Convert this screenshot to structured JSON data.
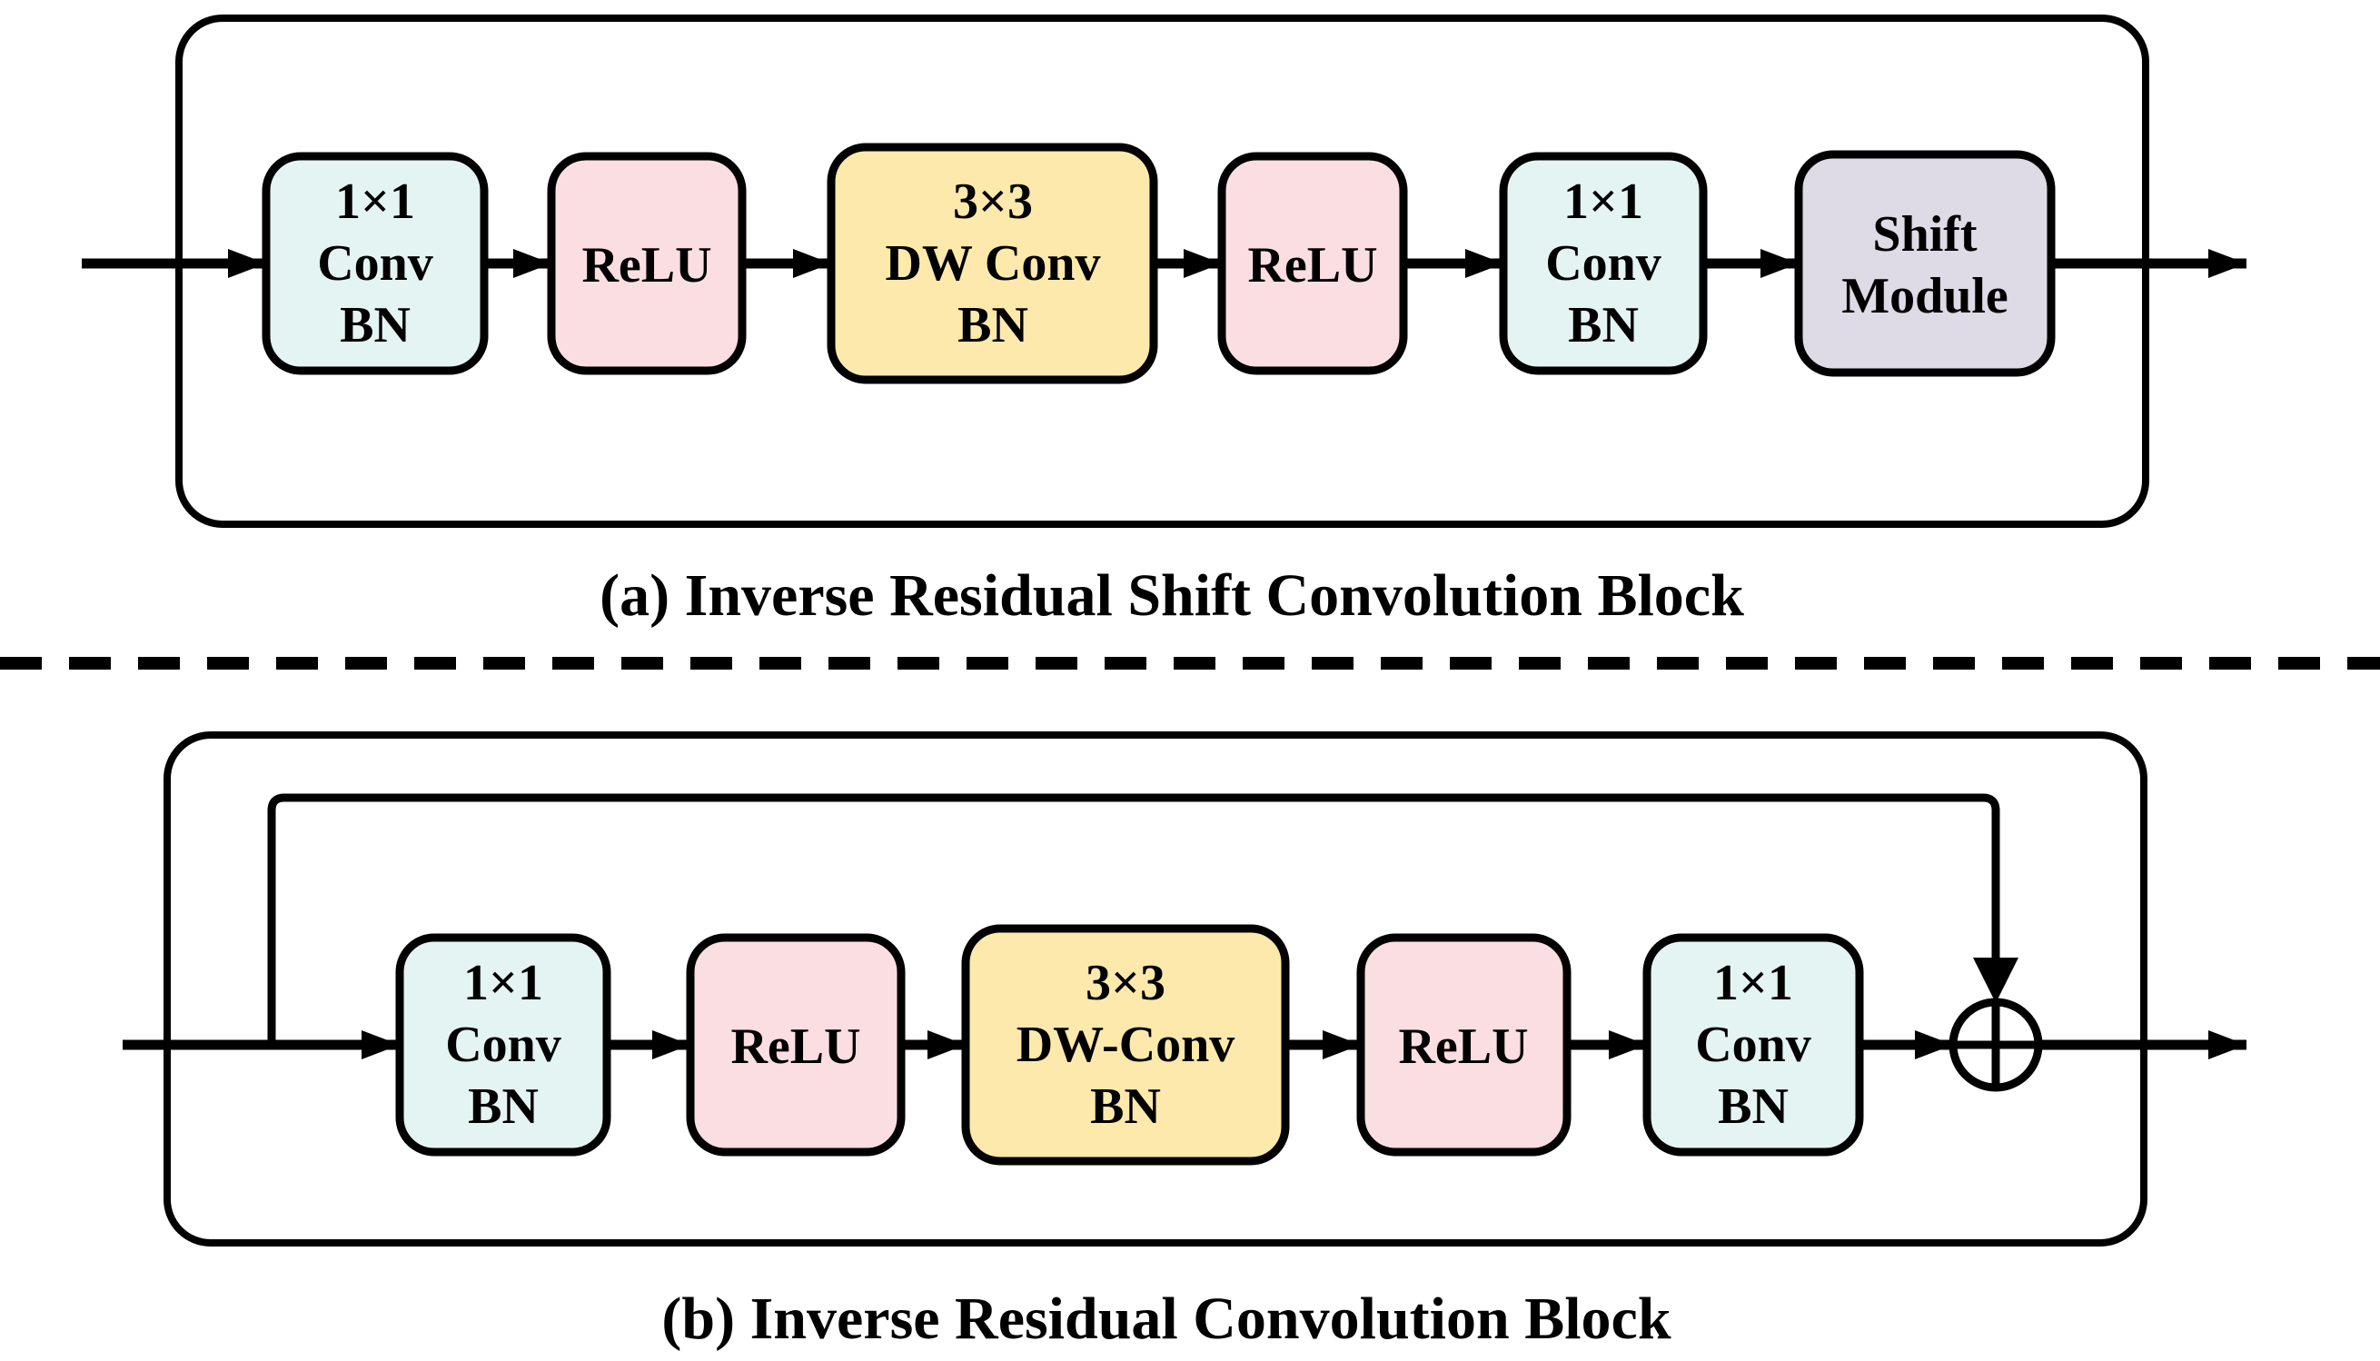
{
  "figure": {
    "panel_a": {
      "caption": "(a) Inverse Residual Shift Convolution Block",
      "blocks": [
        {
          "name": "conv-bn-1",
          "lines": [
            "1×1",
            "Conv",
            "BN"
          ]
        },
        {
          "name": "relu-1",
          "lines": [
            "ReLU"
          ]
        },
        {
          "name": "dw-conv-bn",
          "lines": [
            "3×3",
            "DW Conv",
            "BN"
          ]
        },
        {
          "name": "relu-2",
          "lines": [
            "ReLU"
          ]
        },
        {
          "name": "conv-bn-2",
          "lines": [
            "1×1",
            "Conv",
            "BN"
          ]
        },
        {
          "name": "shift-module",
          "lines": [
            "Shift",
            "Module"
          ]
        }
      ]
    },
    "panel_b": {
      "caption": "(b) Inverse Residual Convolution Block",
      "blocks": [
        {
          "name": "conv-bn-1",
          "lines": [
            "1×1",
            "Conv",
            "BN"
          ]
        },
        {
          "name": "relu-1",
          "lines": [
            "ReLU"
          ]
        },
        {
          "name": "dw-conv-bn",
          "lines": [
            "3×3",
            "DW-Conv",
            "BN"
          ]
        },
        {
          "name": "relu-2",
          "lines": [
            "ReLU"
          ]
        },
        {
          "name": "conv-bn-2",
          "lines": [
            "1×1",
            "Conv",
            "BN"
          ]
        }
      ],
      "sum_icon": "circled-plus"
    },
    "colors": {
      "conv_fill": "#e4f4f2",
      "relu_fill": "#fbdee1",
      "dwconv_fill": "#fde9ab",
      "shift_fill": "#dedae6",
      "line": "#000000",
      "background": "#ffffff"
    }
  }
}
